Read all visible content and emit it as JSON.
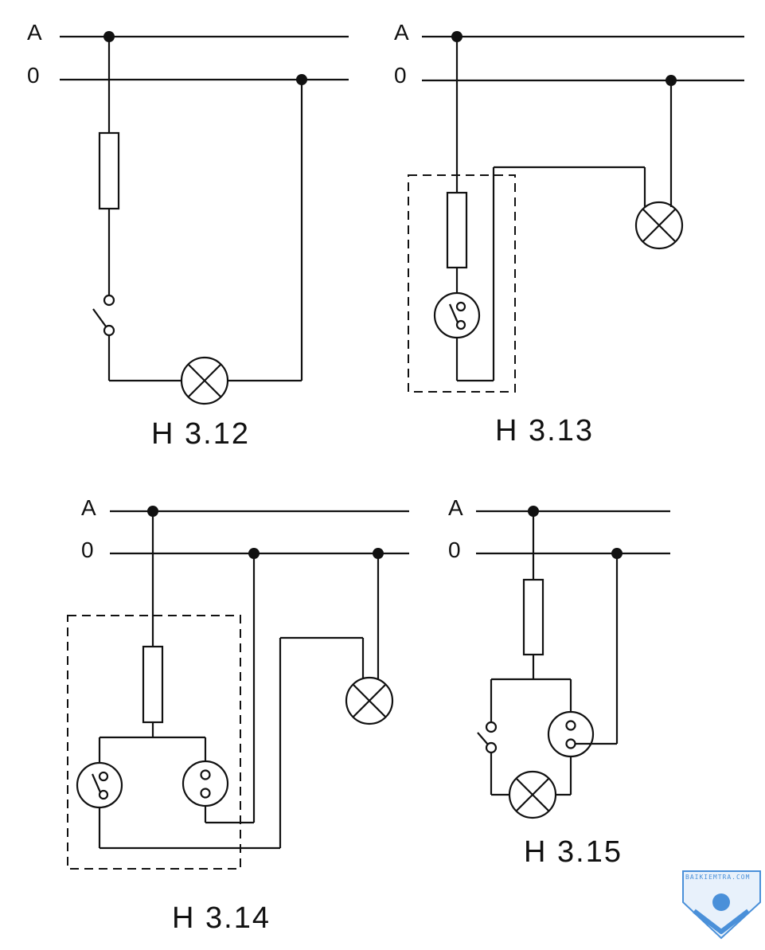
{
  "rails": {
    "phase": "A",
    "neutral": "0"
  },
  "figures": [
    {
      "caption": "H 3.12"
    },
    {
      "caption": "H 3.13"
    },
    {
      "caption": "H 3.14"
    },
    {
      "caption": "H 3.15"
    }
  ],
  "watermark": {
    "text": "BAIKIEMTRA.COM",
    "color": "#4a90d9"
  }
}
